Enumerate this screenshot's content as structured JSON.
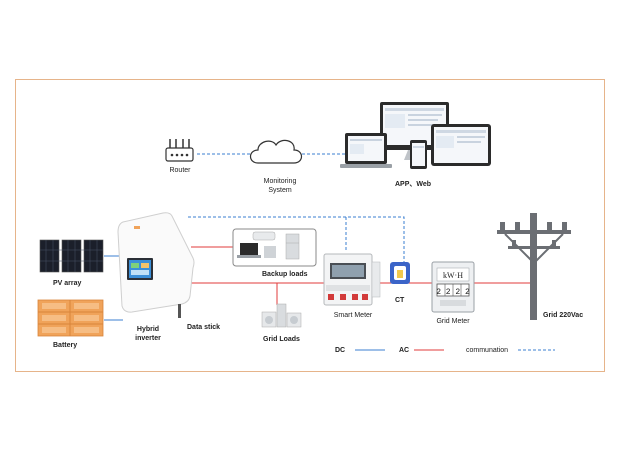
{
  "labels": {
    "router": "Router",
    "monitoring_line1": "Monitoring",
    "monitoring_line2": "System",
    "app_web": "APP、Web",
    "pv_array": "PV array",
    "battery": "Battery",
    "hybrid_line1": "Hybrid",
    "hybrid_line2": "inverter",
    "data_stick": "Data stick",
    "backup_loads": "Backup loads",
    "grid_loads": "Grid Loads",
    "smart_meter": "Smart Meter",
    "ct": "CT",
    "grid_meter": "Grid Meter",
    "grid_220": "Grid 220Vac",
    "meter_unit": "kW·H",
    "meter_digits": "2 2 2 2"
  },
  "legend": {
    "dc": "DC",
    "ac": "AC",
    "comm": "communation"
  },
  "colors": {
    "dc": "#3b7fd0",
    "ac": "#e23b3b",
    "comm": "#3b7fd0",
    "frame": "#e6b48a",
    "battery": "#f0a35a"
  }
}
